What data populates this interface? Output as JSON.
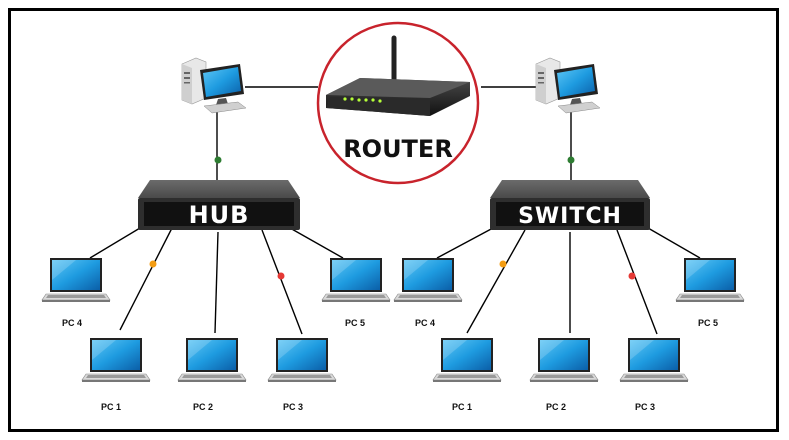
{
  "router": {
    "label": "ROUTER"
  },
  "hub": {
    "label": "HUB",
    "pcs": [
      "PC 4",
      "PC 1",
      "PC 2",
      "PC 3",
      "PC 5"
    ]
  },
  "switch": {
    "label": "SWITCH",
    "pcs": [
      "PC 4",
      "PC 1",
      "PC 2",
      "PC 3",
      "PC 5"
    ]
  },
  "colors": {
    "router_ring": "#c8232c",
    "device_body": "#3a3a3a",
    "screen_blue": "#1e9be0",
    "dot_green": "#2e7d32",
    "dot_orange": "#f39c12",
    "dot_red": "#e53935"
  }
}
